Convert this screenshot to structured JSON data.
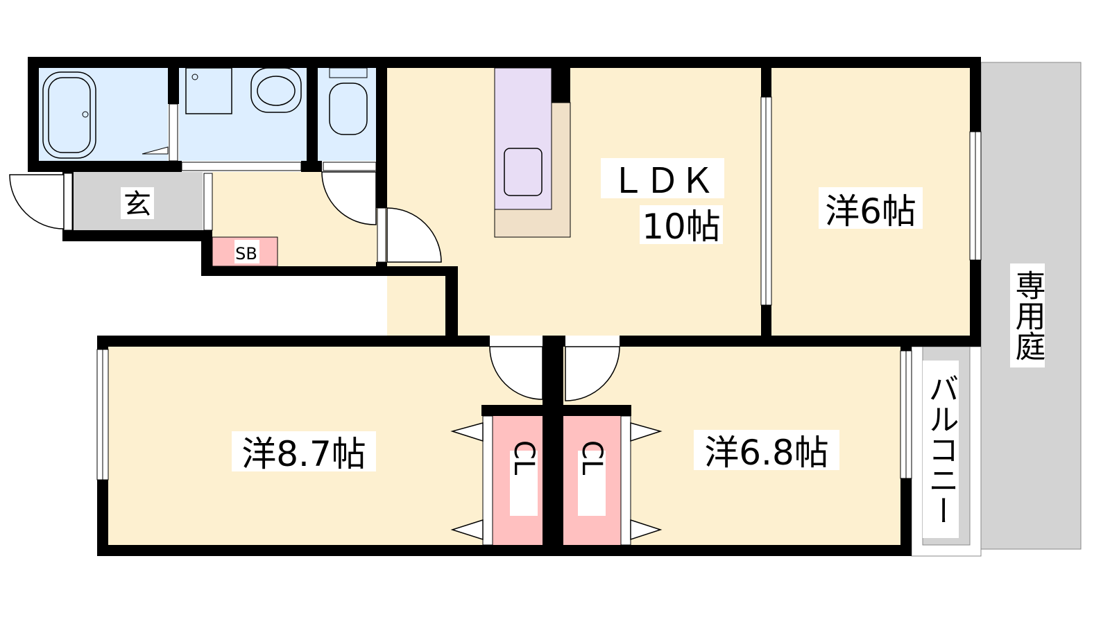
{
  "rooms": {
    "genkan": "玄",
    "shoe_box": "SB",
    "ldk": "ＬＤＫ",
    "ldk_size": "10帖",
    "western_6": "洋6帖",
    "western_87": "洋8.7帖",
    "western_68": "洋6.8帖",
    "closet_1": "CL",
    "closet_2": "CL",
    "private_garden": "専用庭",
    "balcony": "バルコニー"
  },
  "colors": {
    "room": "#FDF0D0",
    "wet": "#DDEEFF",
    "genkan": "#D3D3D3",
    "closet": "#FFC0C0",
    "kitchen": "#E8DDF5",
    "counter": "#F0E0C8",
    "garden": "#D3D3D3",
    "wall": "#000000"
  }
}
